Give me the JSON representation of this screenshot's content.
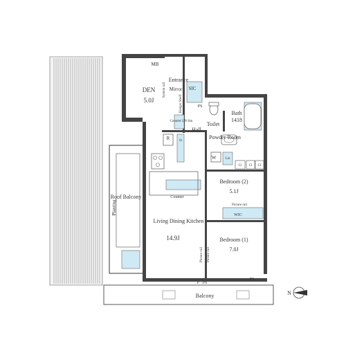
{
  "colors": {
    "wall": "#444444",
    "wet_area": "#cfe9f5",
    "text": "#333333",
    "lines": "#666666"
  },
  "icons": [
    "compass-arrow-icon",
    "sink-icon",
    "toilet-icon",
    "bathtub-icon",
    "stove-icon"
  ],
  "labels": {
    "mb": "MB",
    "entrance": "Entrance",
    "sic": "SIC",
    "system_rail": "System rail",
    "mirror": "Mirror",
    "den": "DEN",
    "den_size": "5.0J",
    "hanger_shelf": "Hanger Shelf",
    "ps_upper": "PS",
    "toilet": "Toilet",
    "bath": "Bath",
    "bath_size": "1418",
    "counter_un": "Counter UN-Sm",
    "hall": "Hall",
    "powder_room": "Powder Room",
    "r": "R",
    "st": "St",
    "w": "W",
    "lin": "Lin",
    "cl1": "Cl",
    "cl2": "Cl",
    "cl3": "Cl",
    "bedroom2": "Bedroom (2)",
    "bedroom2_size": "5.1J",
    "counter": "Counter",
    "picture_rail_top": "Picture rail",
    "wic": "WIC",
    "roof_balcony": "Roof Balcony",
    "planting": "Planting",
    "ldk": "Living Dining Kitchen",
    "ldk_size": "14.9J",
    "bedroom1": "Bedroom (1)",
    "bedroom1_size": "7.0J",
    "picture_rail_a": "Picture rail",
    "picture_rail_b": "Picture rail",
    "ps_right": "PS",
    "p_ps": "P · PS",
    "balcony": "Balcony",
    "north": "N"
  }
}
